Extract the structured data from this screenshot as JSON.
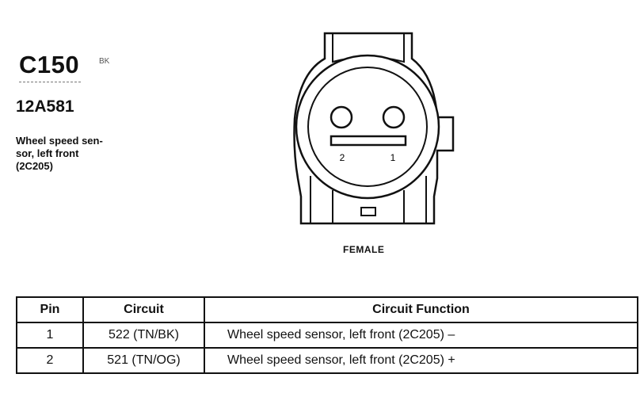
{
  "connector": {
    "id": "C150",
    "color_code": "BK",
    "part_number": "12A581",
    "description": "Wheel speed sen-\nsor, left front\n(2C205)",
    "gender": "FEMALE",
    "pin_labels": [
      "2",
      "1"
    ]
  },
  "table": {
    "headers": [
      "Pin",
      "Circuit",
      "Circuit Function"
    ],
    "rows": [
      {
        "pin": "1",
        "circuit": "522 (TN/BK)",
        "function": "Wheel speed sensor, left front (2C205) –"
      },
      {
        "pin": "2",
        "circuit": "521 (TN/OG)",
        "function": "Wheel speed sensor, left front (2C205) +"
      }
    ]
  }
}
